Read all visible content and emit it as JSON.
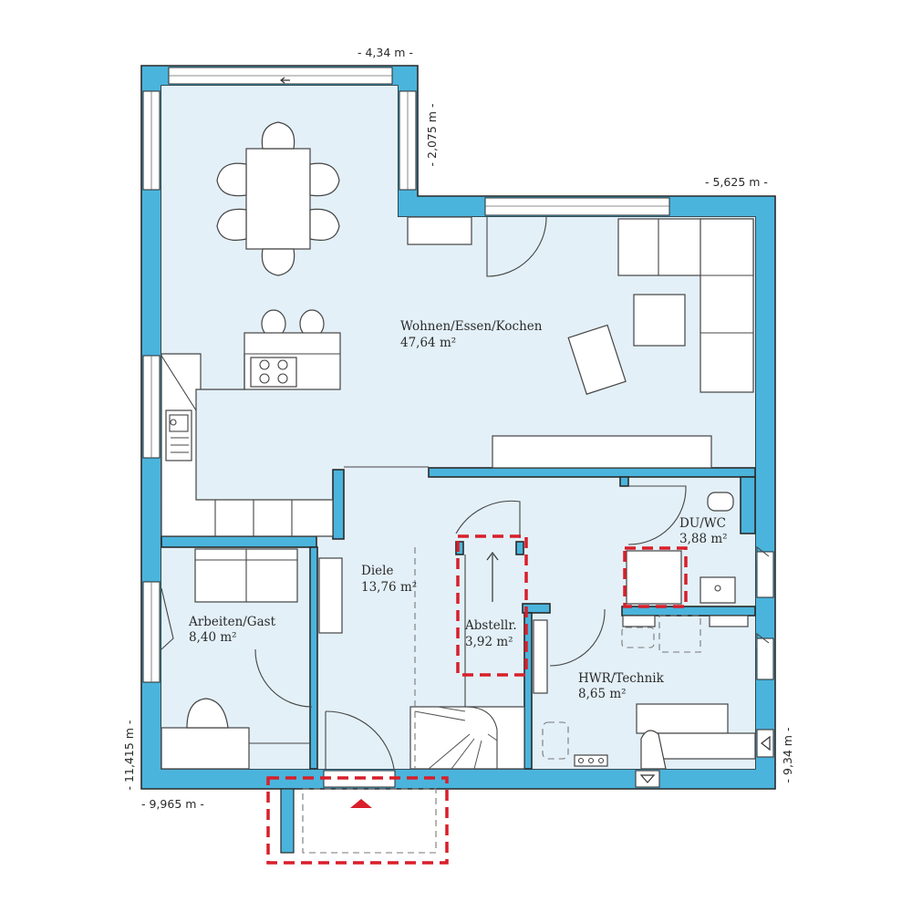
{
  "rooms": [
    {
      "name": "Wohnen/Essen/Kochen",
      "area": "47,64 m²"
    },
    {
      "name": "Diele",
      "area": "13,76 m²"
    },
    {
      "name": "Abstellr.",
      "area": "3,92 m²"
    },
    {
      "name": "DU/WC",
      "area": "3,88 m²"
    },
    {
      "name": "Arbeiten/Gast",
      "area": "8,40 m²"
    },
    {
      "name": "HWR/Technik",
      "area": "8,65 m²"
    }
  ],
  "dimensions": {
    "top": "- 4,34 m -",
    "notch": "- 2,075 m -",
    "right_upper": "- 5,625 m -",
    "left": "- 11,415 m -",
    "bottom": "- 9,965 m -",
    "right": "- 9,34 m -"
  },
  "colors": {
    "wall": "#4bb4dc",
    "floor": "#e3f0f8",
    "highlight": "#d81f2a"
  },
  "icons": [
    "entrance-arrow-icon",
    "window-arrow-icon"
  ]
}
